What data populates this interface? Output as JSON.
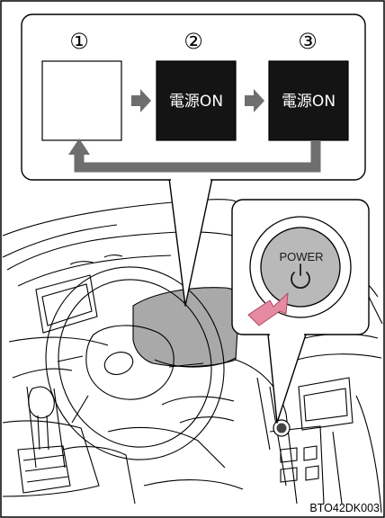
{
  "steps": [
    {
      "number": "①",
      "display_text": ""
    },
    {
      "number": "②",
      "display_text": "電源ON"
    },
    {
      "number": "③",
      "display_text": "電源ON"
    }
  ],
  "power_button": {
    "label": "POWER",
    "symbol": "⏻"
  },
  "figure_code": "BTO42DK003",
  "colors": {
    "panel_dark": "#141414",
    "arrow_gray": "#6e6e6e",
    "button_gray": "#b9b9b9",
    "press_arrow": "#e58aa1"
  }
}
